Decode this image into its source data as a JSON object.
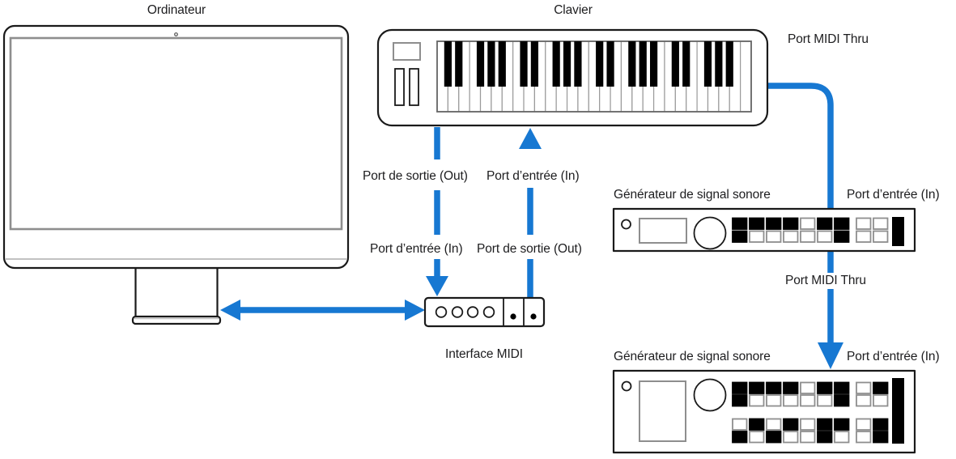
{
  "labels": {
    "computer": "Ordinateur",
    "keyboard": "Clavier",
    "port_midi_thru_top": "Port MIDI Thru",
    "port_out_upper": "Port de sortie (Out)",
    "port_in_upper": "Port d’entrée (In)",
    "port_in_lower": "Port d’entrée (In)",
    "port_out_lower": "Port de sortie (Out)",
    "interface_midi": "Interface MIDI",
    "generator_1": "Générateur de signal sonore",
    "generator_1_port_in": "Port d’entrée (In)",
    "port_midi_thru_mid": "Port MIDI Thru",
    "generator_2": "Générateur de signal sonore",
    "generator_2_port_in": "Port d’entrée (In)"
  },
  "colors": {
    "cable_blue": "#1778D2",
    "outline_black": "#1A1A1A",
    "panel_gray": "#8E8E8E",
    "text_dark": "#1D1D1F"
  },
  "generator_buttons": {
    "unit1": [
      [
        1,
        1,
        1,
        1,
        0,
        1,
        1,
        0,
        0
      ],
      [
        1,
        0,
        0,
        0,
        0,
        0,
        1,
        0,
        0
      ]
    ],
    "unit2_top": [
      [
        1,
        1,
        1,
        1,
        0,
        1,
        1,
        0,
        1
      ],
      [
        1,
        0,
        0,
        0,
        0,
        0,
        1,
        0,
        0
      ]
    ],
    "unit2_bottom": [
      [
        0,
        1,
        0,
        1,
        0,
        1,
        1,
        0,
        1
      ],
      [
        1,
        0,
        1,
        0,
        0,
        1,
        0,
        0,
        1
      ]
    ]
  },
  "piano": {
    "white_keys": 29,
    "octave_black_pattern": [
      0,
      1,
      3,
      4,
      5
    ]
  }
}
